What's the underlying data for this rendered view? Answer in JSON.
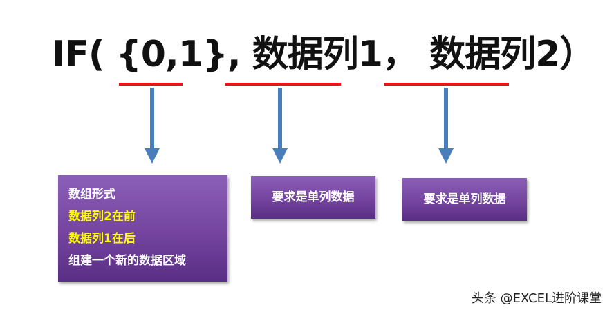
{
  "formula": {
    "prefix": "IF(",
    "array_part": "{0,1},",
    "col1_part": "数据列1，",
    "col2_part": "数据列2）"
  },
  "boxes": {
    "array_box": {
      "line1": "数组形式",
      "line2": "数据列2在前",
      "line3": "数据列1在后",
      "line4": "组建一个新的数据区域"
    },
    "col1_box": "要求是单列数据",
    "col2_box": "要求是单列数据"
  },
  "watermark": "头条 @EXCEL进阶课堂",
  "colors": {
    "underline": "#e8141b",
    "arrow": "#4a7ebb",
    "box_fill": "#74449f",
    "highlight_text": "#ffff00"
  }
}
